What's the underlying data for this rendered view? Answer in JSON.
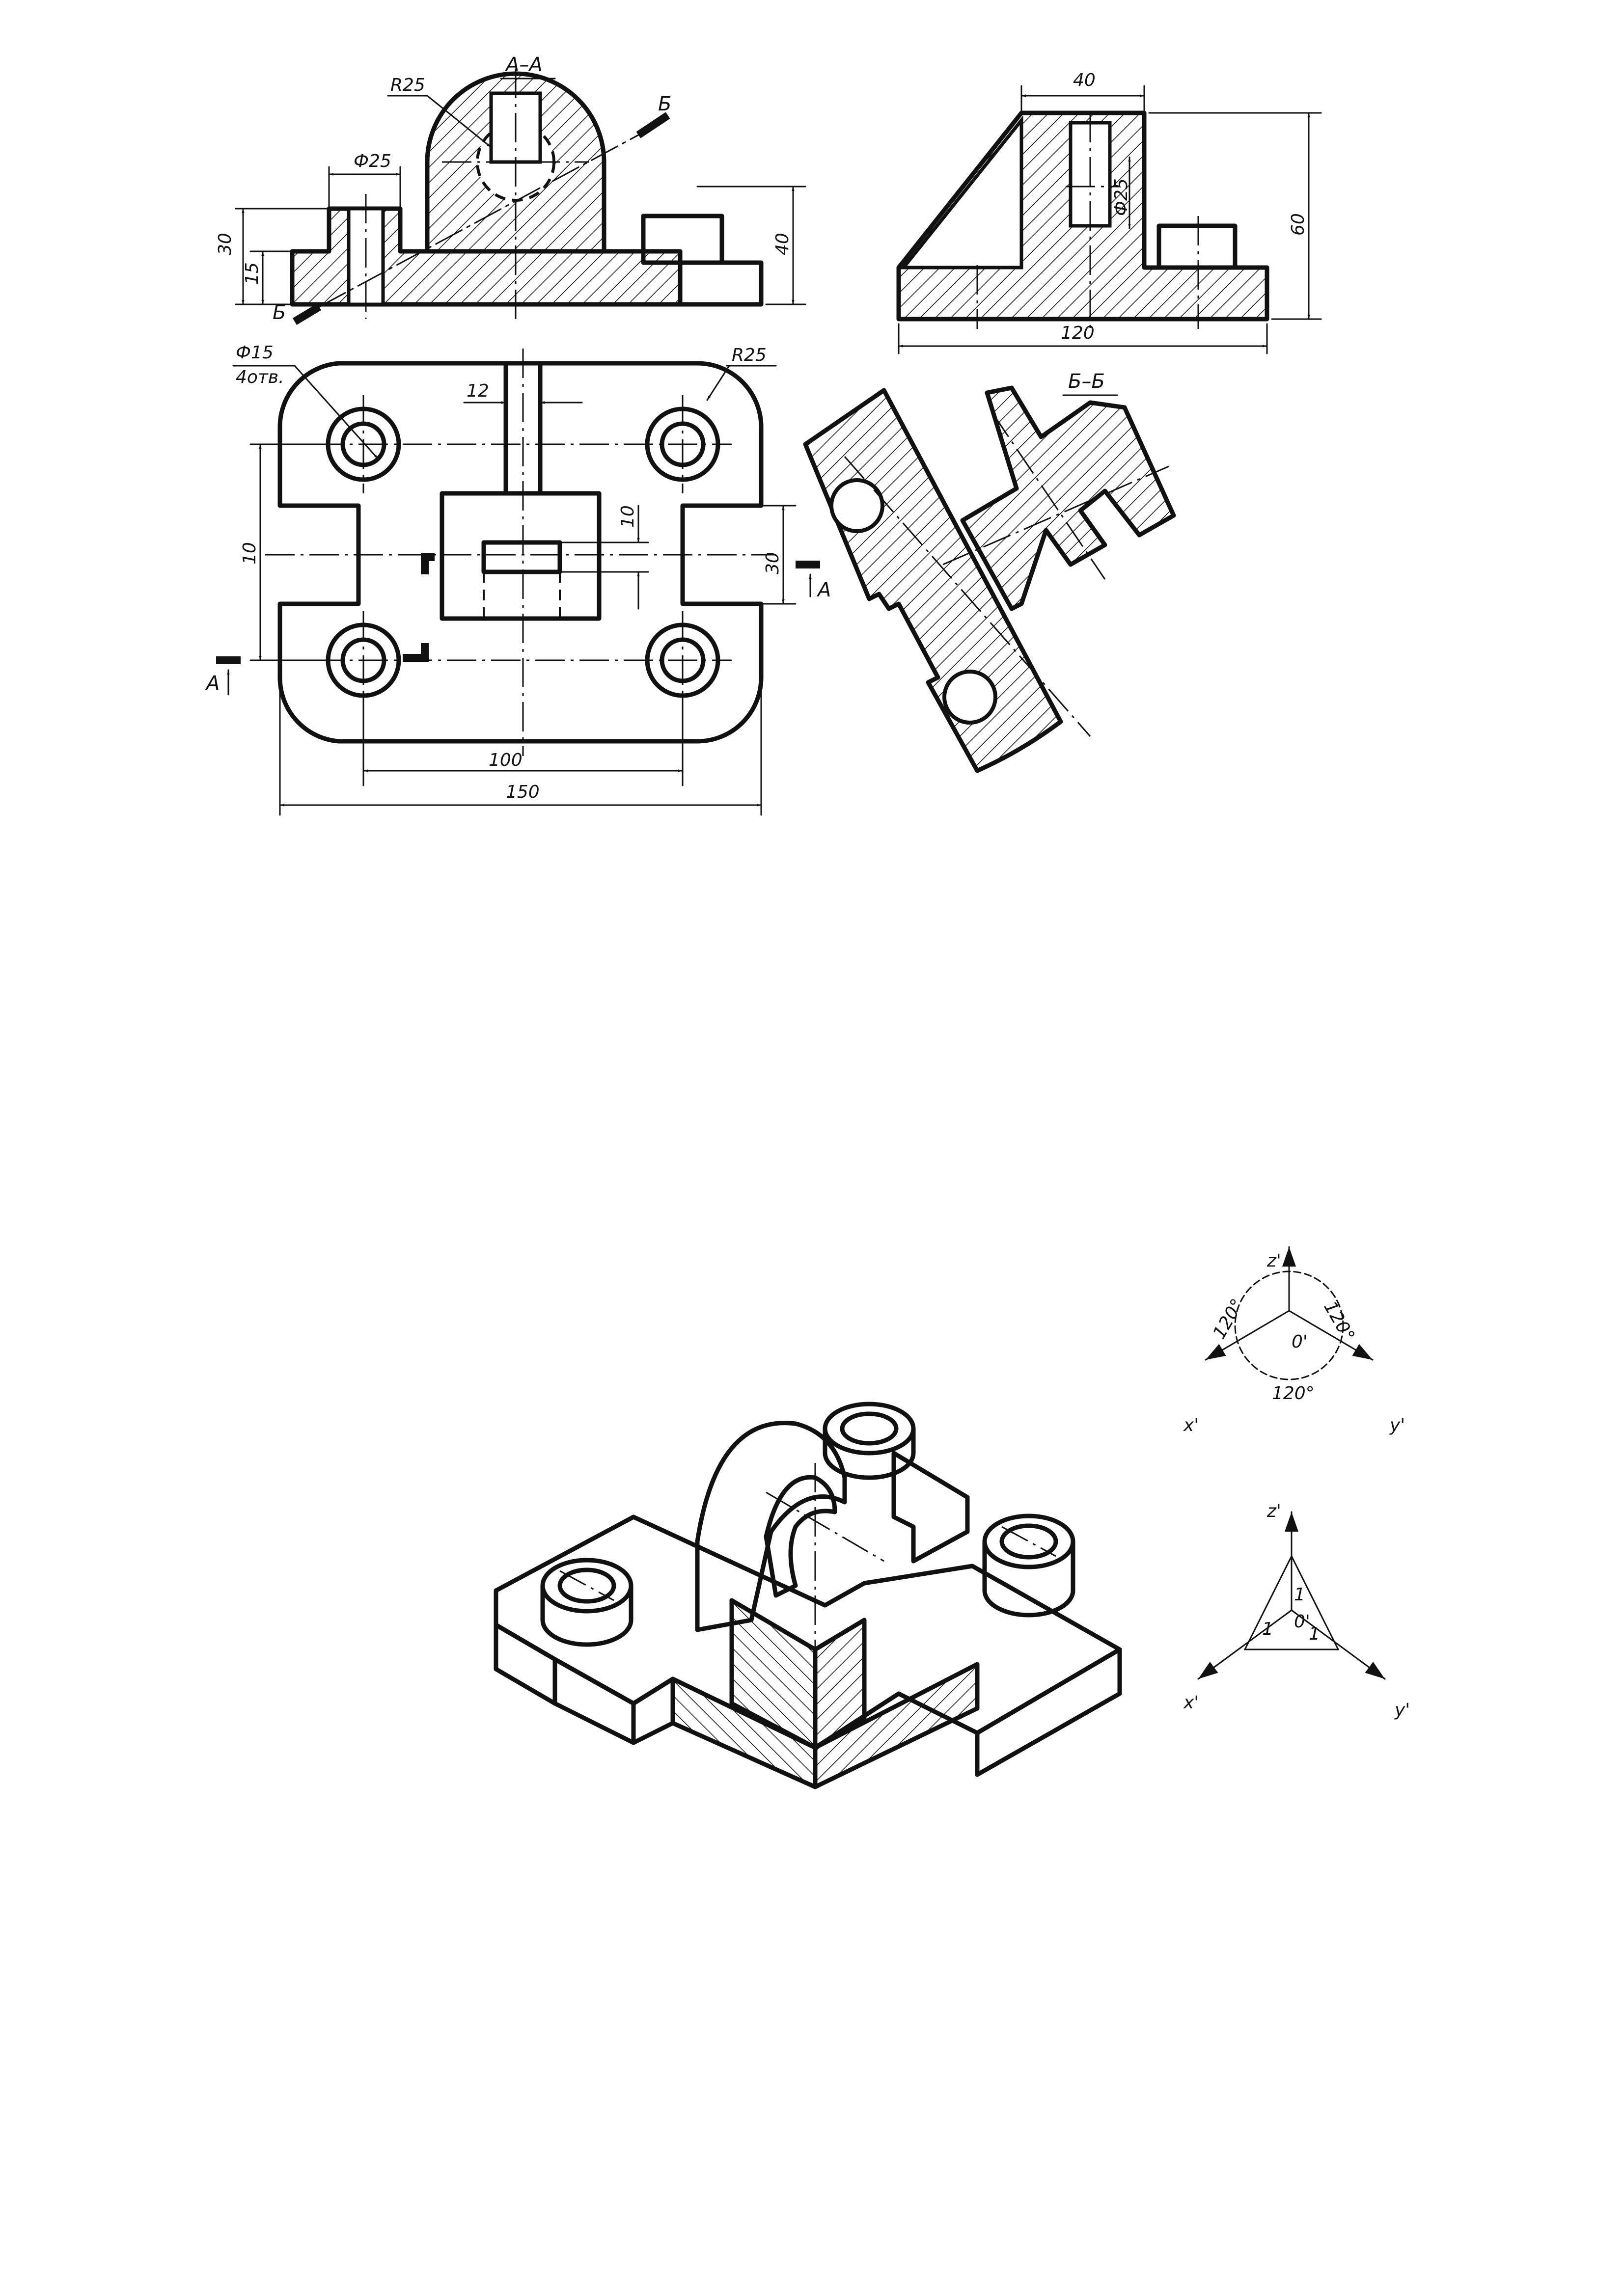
{
  "section_aa": {
    "title": "А–А",
    "r25": "R25",
    "phi25": "Ф25",
    "d30": "30",
    "d15": "15",
    "d40": "40",
    "cut_b_top": "Б",
    "cut_b_bottom": "Б"
  },
  "side_view": {
    "d40": "40",
    "phi25": "Ф25",
    "d60": "60",
    "d120": "120"
  },
  "plan_view": {
    "phi15": "Ф15",
    "holes4": "4отв.",
    "d12": "12",
    "r25": "R25",
    "d10_left": "10",
    "d10_slot": "10",
    "d30": "30",
    "d100": "100",
    "d150": "150",
    "cut_a_left": "А",
    "cut_a_right": "А"
  },
  "section_bb": {
    "title": "Б–Б"
  },
  "axes_angles": {
    "x": "x'",
    "y": "y'",
    "z": "z'",
    "origin": "0'",
    "angle_left": "120°",
    "angle_right": "120°",
    "angle_bottom": "120°"
  },
  "axes_triangle": {
    "x": "x'",
    "y": "y'",
    "z": "z'",
    "origin": "0'",
    "one_top": "1",
    "one_left": "1",
    "one_right": "1"
  }
}
